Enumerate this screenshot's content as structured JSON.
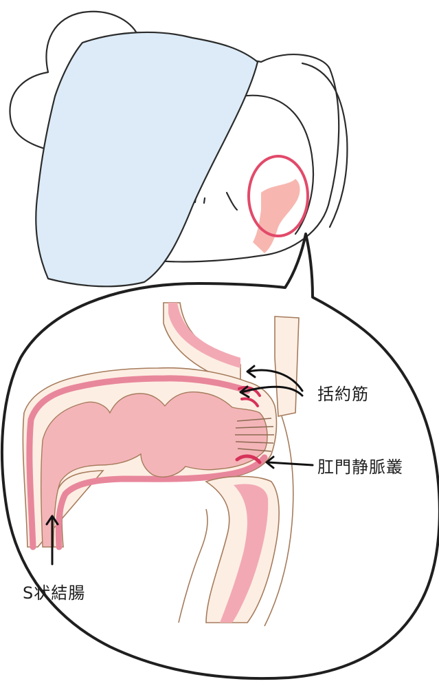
{
  "labels": {
    "sphincter": "括約筋",
    "hemorrhoidal_plexus": "肛門静脈叢",
    "sigmoid_colon": "S状結腸"
  },
  "colors": {
    "line": "#2b2b2b",
    "blanket": "#dcebf7",
    "highlight_circle": "#e24a6a",
    "tissue_pink": "#f4b5b9",
    "tissue_dark": "#e06b85",
    "tissue_light": "#fdeee3",
    "outline_brown": "#a57b5c"
  },
  "icons": [
    "arrow-icon",
    "magnifier-bubble"
  ]
}
